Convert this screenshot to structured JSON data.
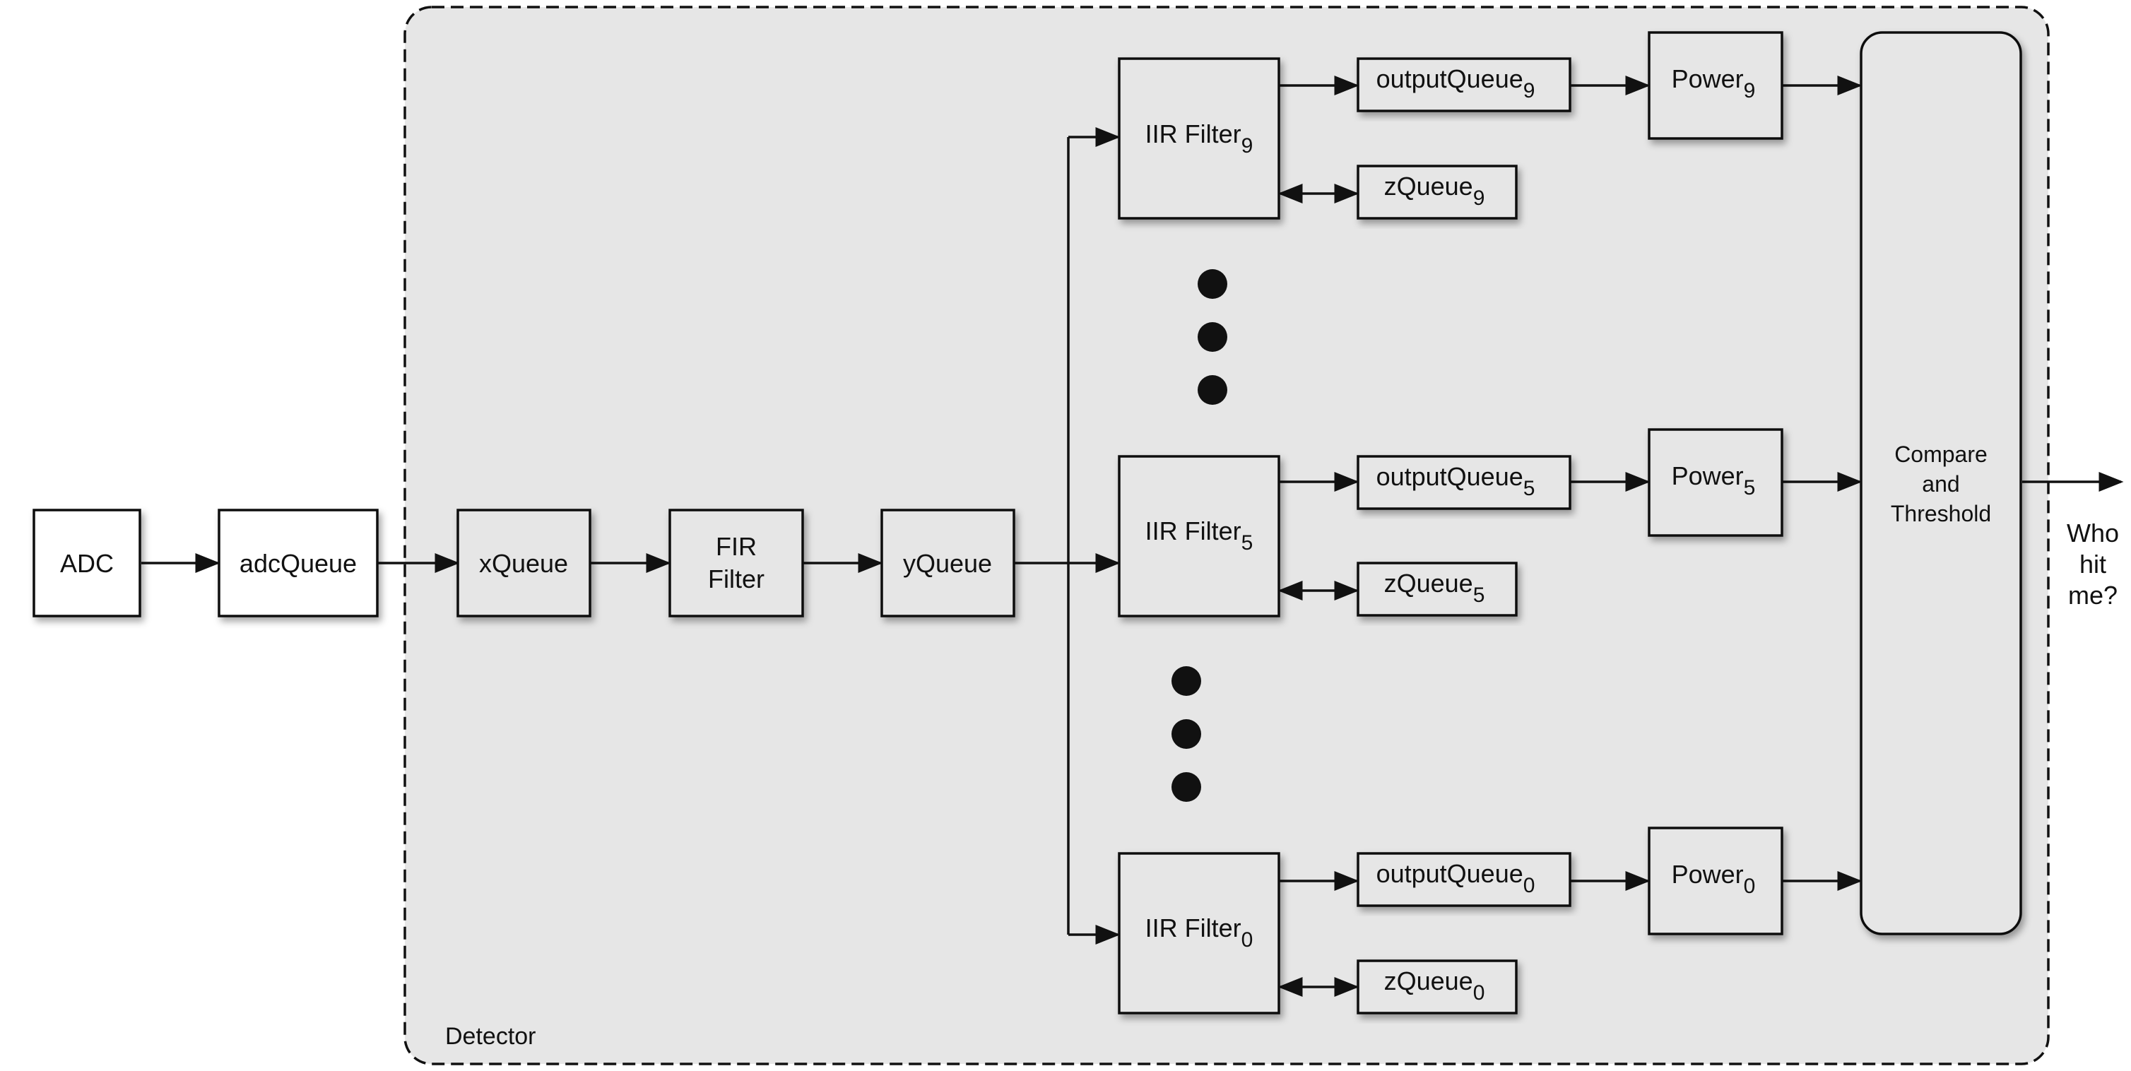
{
  "colors": {
    "region_fill": "#e6e6e6",
    "block_fill": "#e6e6e6",
    "external_fill": "#ffffff",
    "stroke": "#111111"
  },
  "region": {
    "label": "Detector"
  },
  "blocks": {
    "adc": {
      "label": "ADC"
    },
    "adc_queue": {
      "label": "adcQueue"
    },
    "x_queue": {
      "label": "xQueue"
    },
    "fir_filter": {
      "line1": "FIR",
      "line2": "Filter"
    },
    "y_queue": {
      "label": "yQueue"
    },
    "iir_9": {
      "label": "IIR Filter",
      "sub": "9"
    },
    "iir_5": {
      "label": "IIR Filter",
      "sub": "5"
    },
    "iir_0": {
      "label": "IIR Filter",
      "sub": "0"
    },
    "output_queue_9": {
      "label": "outputQueue",
      "sub": "9"
    },
    "output_queue_5": {
      "label": "outputQueue",
      "sub": "5"
    },
    "output_queue_0": {
      "label": "outputQueue",
      "sub": "0"
    },
    "z_queue_9": {
      "label": "zQueue",
      "sub": "9"
    },
    "z_queue_5": {
      "label": "zQueue",
      "sub": "5"
    },
    "z_queue_0": {
      "label": "zQueue",
      "sub": "0"
    },
    "power_9": {
      "label": "Power",
      "sub": "9"
    },
    "power_5": {
      "label": "Power",
      "sub": "5"
    },
    "power_0": {
      "label": "Power",
      "sub": "0"
    },
    "compare": {
      "line1": "Compare",
      "line2": "and",
      "line3": "Threshold"
    }
  },
  "output": {
    "line1": "Who",
    "line2": "hit",
    "line3": "me?"
  }
}
